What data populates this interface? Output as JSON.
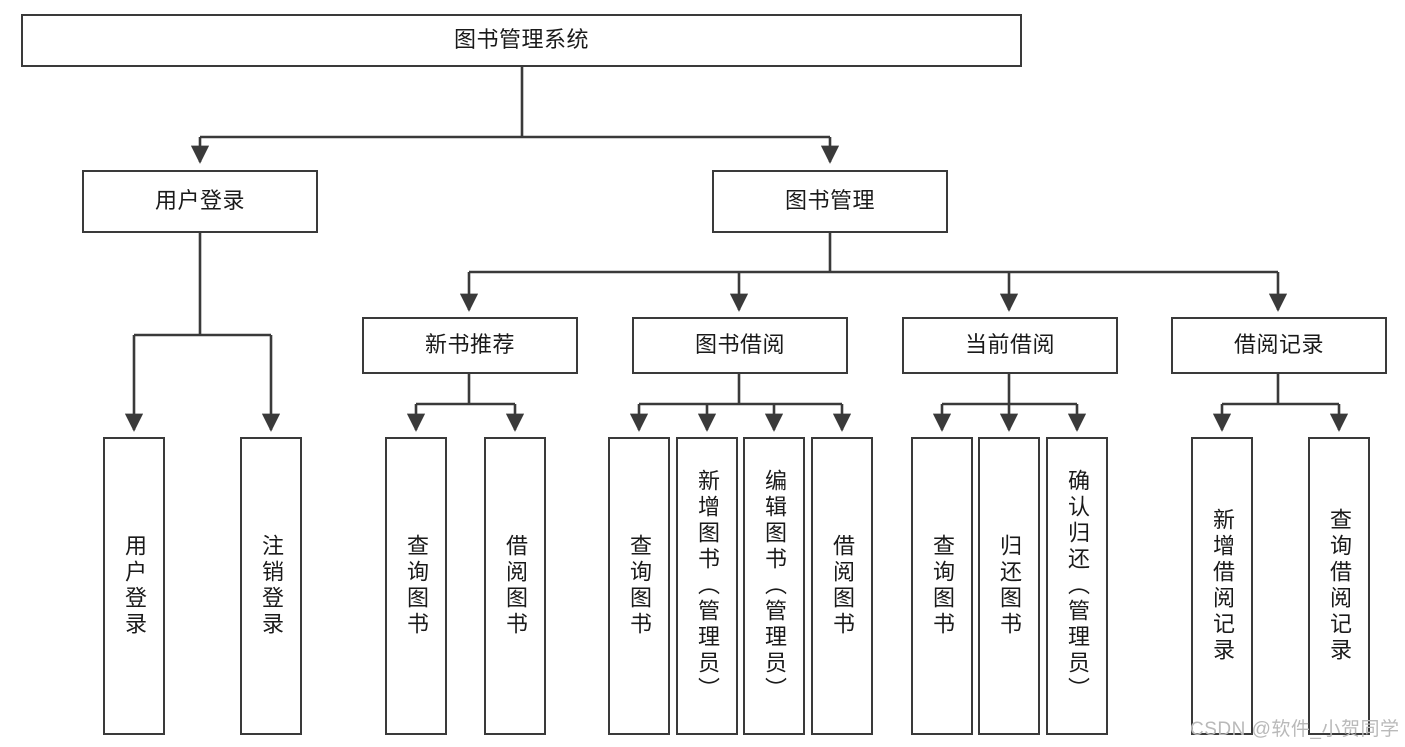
{
  "diagram": {
    "type": "hierarchy-tree",
    "title_node": {
      "id": "root",
      "label": "图书管理系统",
      "orientation": "horizontal"
    },
    "level2": [
      {
        "id": "user-login",
        "label": "用户登录",
        "orientation": "horizontal"
      },
      {
        "id": "book-manage",
        "label": "图书管理",
        "orientation": "horizontal"
      }
    ],
    "level3": [
      {
        "id": "new-book-rec",
        "label": "新书推荐",
        "orientation": "horizontal",
        "parent": "book-manage"
      },
      {
        "id": "book-borrow",
        "label": "图书借阅",
        "orientation": "horizontal",
        "parent": "book-manage"
      },
      {
        "id": "current-borrow",
        "label": "当前借阅",
        "orientation": "horizontal",
        "parent": "book-manage"
      },
      {
        "id": "borrow-record",
        "label": "借阅记录",
        "orientation": "horizontal",
        "parent": "book-manage"
      }
    ],
    "leaves": [
      {
        "id": "leaf-user-login",
        "label": "用户登录",
        "orientation": "vertical",
        "parent": "user-login"
      },
      {
        "id": "leaf-logout",
        "label": "注销登录",
        "orientation": "vertical",
        "parent": "user-login"
      },
      {
        "id": "leaf-query-book-1",
        "label": "查询图书",
        "orientation": "vertical",
        "parent": "new-book-rec"
      },
      {
        "id": "leaf-borrow-book-1",
        "label": "借阅图书",
        "orientation": "vertical",
        "parent": "new-book-rec"
      },
      {
        "id": "leaf-query-book-2",
        "label": "查询图书",
        "orientation": "vertical",
        "parent": "book-borrow"
      },
      {
        "id": "leaf-add-book",
        "label": "新增图书（管理员）",
        "orientation": "vertical",
        "parent": "book-borrow"
      },
      {
        "id": "leaf-edit-book",
        "label": "编辑图书（管理员）",
        "orientation": "vertical",
        "parent": "book-borrow"
      },
      {
        "id": "leaf-borrow-book-2",
        "label": "借阅图书",
        "orientation": "vertical",
        "parent": "book-borrow"
      },
      {
        "id": "leaf-query-book-3",
        "label": "查询图书",
        "orientation": "vertical",
        "parent": "current-borrow"
      },
      {
        "id": "leaf-return-book",
        "label": "归还图书",
        "orientation": "vertical",
        "parent": "current-borrow"
      },
      {
        "id": "leaf-confirm-return",
        "label": "确认归还（管理员）",
        "orientation": "vertical",
        "parent": "current-borrow"
      },
      {
        "id": "leaf-add-record",
        "label": "新增借阅记录",
        "orientation": "vertical",
        "parent": "borrow-record"
      },
      {
        "id": "leaf-query-record",
        "label": "查询借阅记录",
        "orientation": "vertical",
        "parent": "borrow-record"
      }
    ],
    "watermark": "CSDN @软件_小贺同学",
    "colors": {
      "stroke": "#3a3a3a",
      "fill": "#ffffff",
      "text": "#1a1a1a",
      "watermark": "#b9b9b9"
    }
  }
}
